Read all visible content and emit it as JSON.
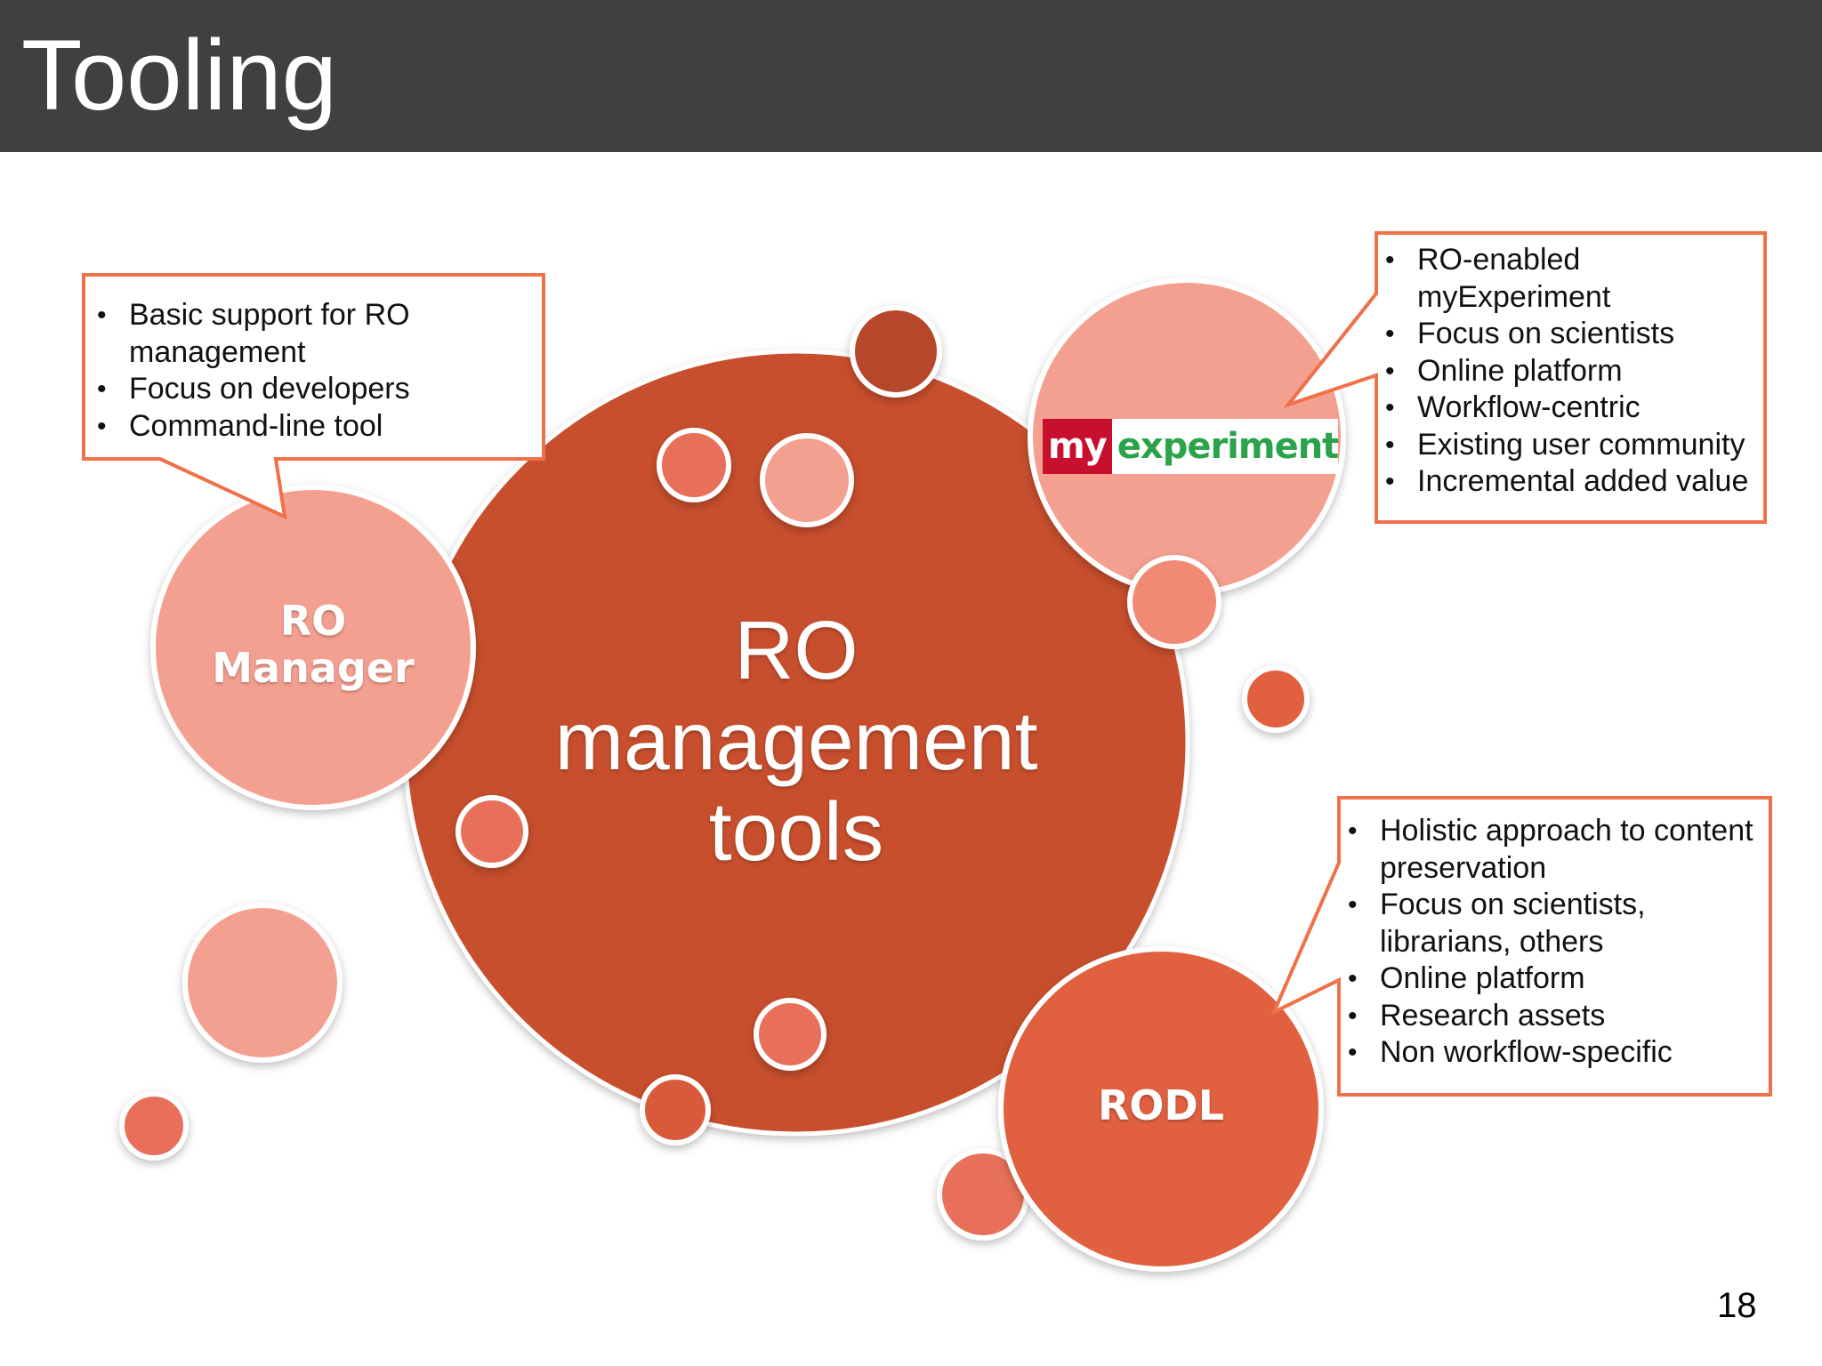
{
  "slide": {
    "title": "Tooling",
    "page_number": "18"
  },
  "center": {
    "lines": [
      "RO",
      "management",
      "tools"
    ]
  },
  "nodes": {
    "ro_manager": {
      "lines": [
        "RO",
        "Manager"
      ]
    },
    "myexperiment": {
      "logo_my": "my",
      "logo_experiment": "experiment"
    },
    "rodl": {
      "label": "RODL"
    }
  },
  "callouts": {
    "ro_manager": {
      "items": [
        [
          "Basic support for RO",
          "management"
        ],
        [
          "Focus on developers"
        ],
        [
          "Command-line tool"
        ]
      ]
    },
    "myexperiment": {
      "items": [
        [
          "RO-enabled",
          "myExperiment"
        ],
        [
          "Focus on scientists"
        ],
        [
          "Online platform"
        ],
        [
          "Workflow-centric"
        ],
        [
          "Existing user community"
        ],
        [
          "Incremental added value"
        ]
      ]
    },
    "rodl": {
      "items": [
        [
          "Holistic approach to content",
          "preservation"
        ],
        [
          "Focus on scientists,",
          "librarians, others"
        ],
        [
          "Online platform"
        ],
        [
          "Research assets"
        ],
        [
          "Non workflow-specific"
        ]
      ]
    }
  },
  "colors": {
    "title_bar": "#404040",
    "center_fill": "#c8502f",
    "pink_fill": "#f4a090",
    "salmon_fill": "#e8705a",
    "rodl_fill": "#e0603f",
    "dark_red_fill": "#b7472a",
    "callout_border": "#f07048",
    "brand_red": "#c8102e",
    "brand_green": "#2ba34a"
  }
}
